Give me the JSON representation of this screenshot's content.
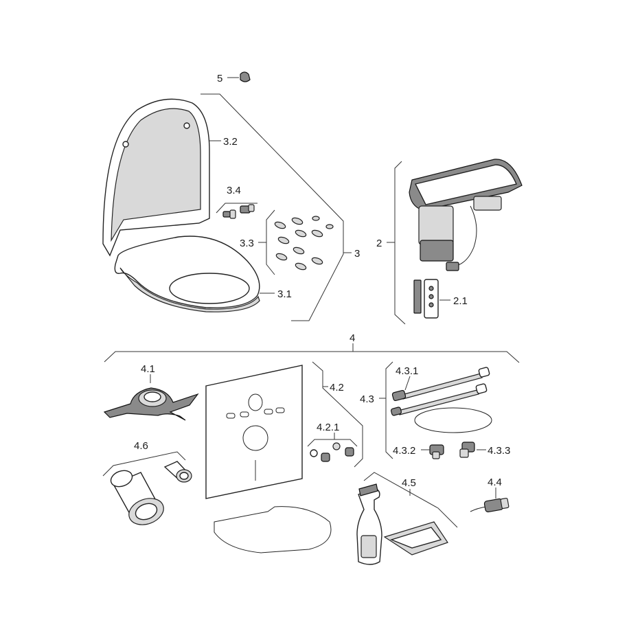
{
  "labels": {
    "l5": "5",
    "l3_2": "3.2",
    "l3_4": "3.4",
    "l3_3": "3.3",
    "l3": "3",
    "l3_1": "3.1",
    "l2": "2",
    "l2_1": "2.1",
    "l4": "4",
    "l4_1": "4.1",
    "l4_2": "4.2",
    "l4_2_1": "4.2.1",
    "l4_3_1": "4.3.1",
    "l4_3": "4.3",
    "l4_3_2": "4.3.2",
    "l4_3_3": "4.3.3",
    "l4_4": "4.4",
    "l4_5": "4.5",
    "l4_6": "4.6"
  },
  "colors": {
    "line": "#333333",
    "part_fill": "#ffffff",
    "shade_light": "#d9d9d9",
    "shade_dark": "#8a8a8a",
    "text": "#1a1a1a"
  }
}
